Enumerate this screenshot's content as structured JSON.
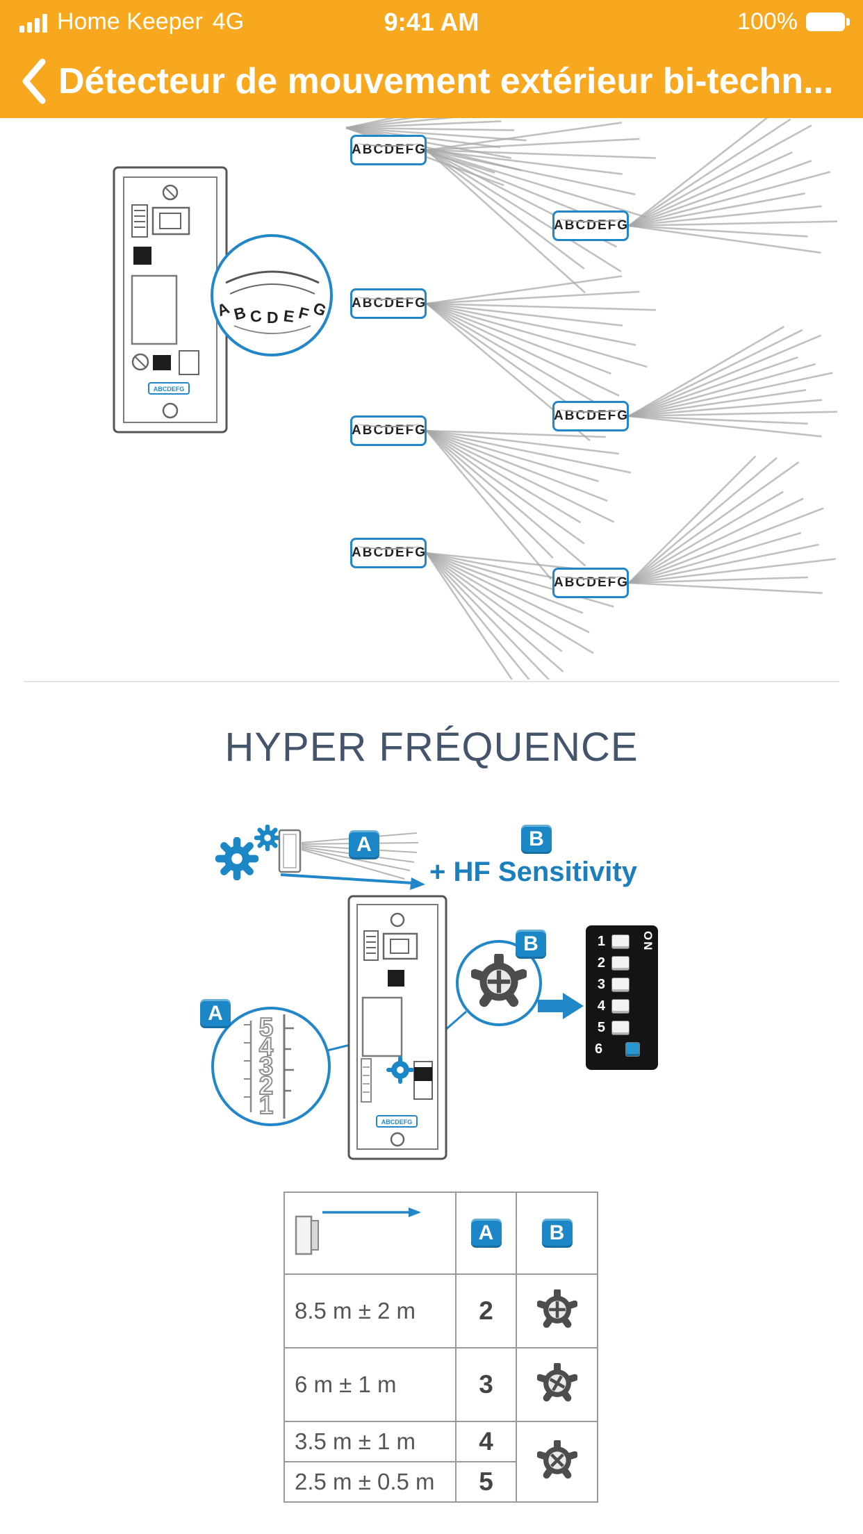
{
  "colors": {
    "accent_blue": "#1B87C6",
    "header_yellow": "#F8A81E",
    "title_slate": "#44546A"
  },
  "status_bar": {
    "carrier": "Home Keeper",
    "network": "4G",
    "time": "9:41 AM",
    "battery_pct": "100%"
  },
  "nav": {
    "title": "Détecteur de mouvement extérieur bi-techn..."
  },
  "icons": {
    "signal": "signal-bars-icon",
    "battery": "battery-icon",
    "back": "chevron-left-icon",
    "gears": "gear-icon",
    "arrow": "arrow-right-icon",
    "potentiometer": "potentiometer-dial-icon"
  },
  "sensor": {
    "letters": [
      "A",
      "B",
      "C",
      "D",
      "E",
      "F",
      "G"
    ]
  },
  "hf": {
    "title": "HYPER FRÉQUENCE",
    "badge_a": "A",
    "badge_b": "B",
    "sensitivity_label": "+ HF Sensitivity",
    "dial_numbers": [
      "5",
      "4",
      "3",
      "2",
      "1"
    ],
    "dip": {
      "on": "ON",
      "channels": [
        "1",
        "2",
        "3",
        "4",
        "5",
        "6"
      ]
    }
  },
  "table": {
    "col_a": "A",
    "col_b": "B",
    "rows": [
      {
        "range": "8.5 m ± 2 m",
        "a": "2",
        "b_rot": 0,
        "b_span": 1
      },
      {
        "range": "6 m ± 1 m",
        "a": "3",
        "b_rot": 30,
        "b_span": 1
      },
      {
        "range": "3.5 m ± 1 m",
        "a": "4",
        "b_rot": 45,
        "b_span": 2
      },
      {
        "range": "2.5 m ± 0.5 m",
        "a": "5"
      }
    ]
  }
}
